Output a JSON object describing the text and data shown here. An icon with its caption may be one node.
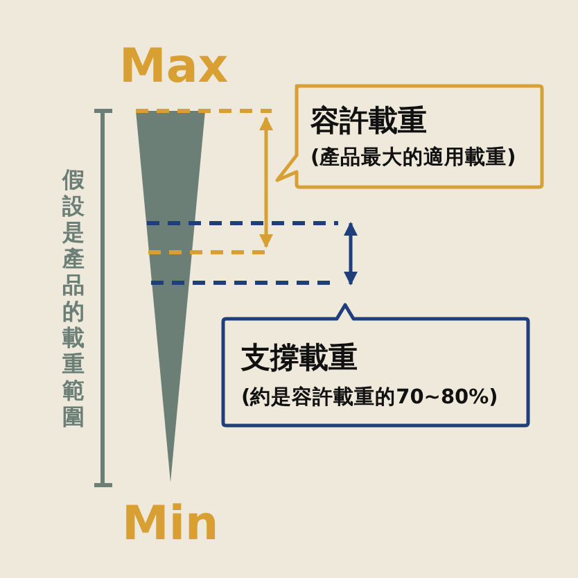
{
  "diagram": {
    "nodes": [
      {
        "text": [
          "容許載重",
          "(產品最大的適用載重)"
        ]
      },
      {
        "text": [
          "支撐載重",
          "(約是容許載重的70~80%)"
        ]
      }
    ],
    "labels": [
      "Max",
      "假設是產品的載重範圍",
      "Min"
    ]
  }
}
